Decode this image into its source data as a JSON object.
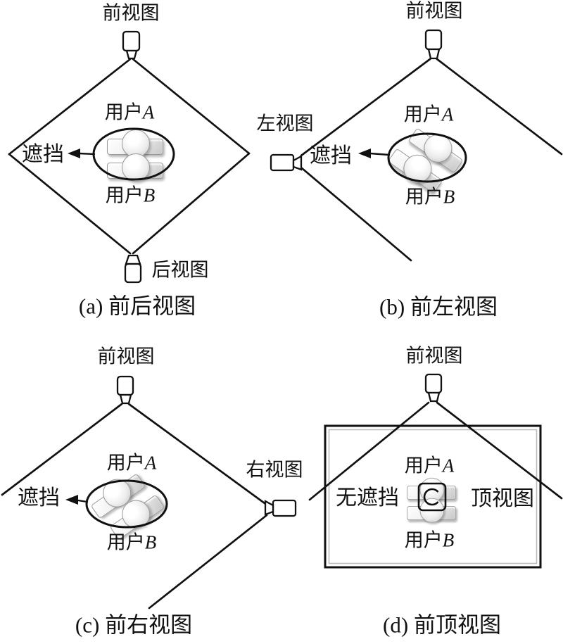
{
  "figure": {
    "panels": {
      "a": {
        "front_view_label": "前视图",
        "rear_view_label": "后视图",
        "occlusion_label": "遮挡",
        "user_a": {
          "prefix": "用户",
          "name": "A"
        },
        "user_b": {
          "prefix": "用户",
          "name": "B"
        },
        "caption": "(a) 前后视图"
      },
      "b": {
        "front_view_label": "前视图",
        "left_view_label": "左视图",
        "occlusion_label": "遮挡",
        "user_a": {
          "prefix": "用户",
          "name": "A"
        },
        "user_b": {
          "prefix": "用户",
          "name": "B"
        },
        "caption": "(b) 前左视图"
      },
      "c": {
        "front_view_label": "前视图",
        "right_view_label": "右视图",
        "occlusion_label": "遮挡",
        "user_a": {
          "prefix": "用户",
          "name": "A"
        },
        "user_b": {
          "prefix": "用户",
          "name": "B"
        },
        "caption": "(c) 前右视图"
      },
      "d": {
        "front_view_label": "前视图",
        "top_view_label": "顶视图",
        "no_occlusion_label": "无遮挡",
        "user_a": {
          "prefix": "用户",
          "name": "A"
        },
        "user_b": {
          "prefix": "用户",
          "name": "B"
        },
        "caption": "(d) 前顶视图"
      }
    },
    "colors": {
      "ink": "#111111",
      "figure_fill": "#ededed",
      "figure_edge": "#9a9a9a",
      "inner_frame": "#bdbdbd",
      "background": "#ffffff"
    }
  }
}
